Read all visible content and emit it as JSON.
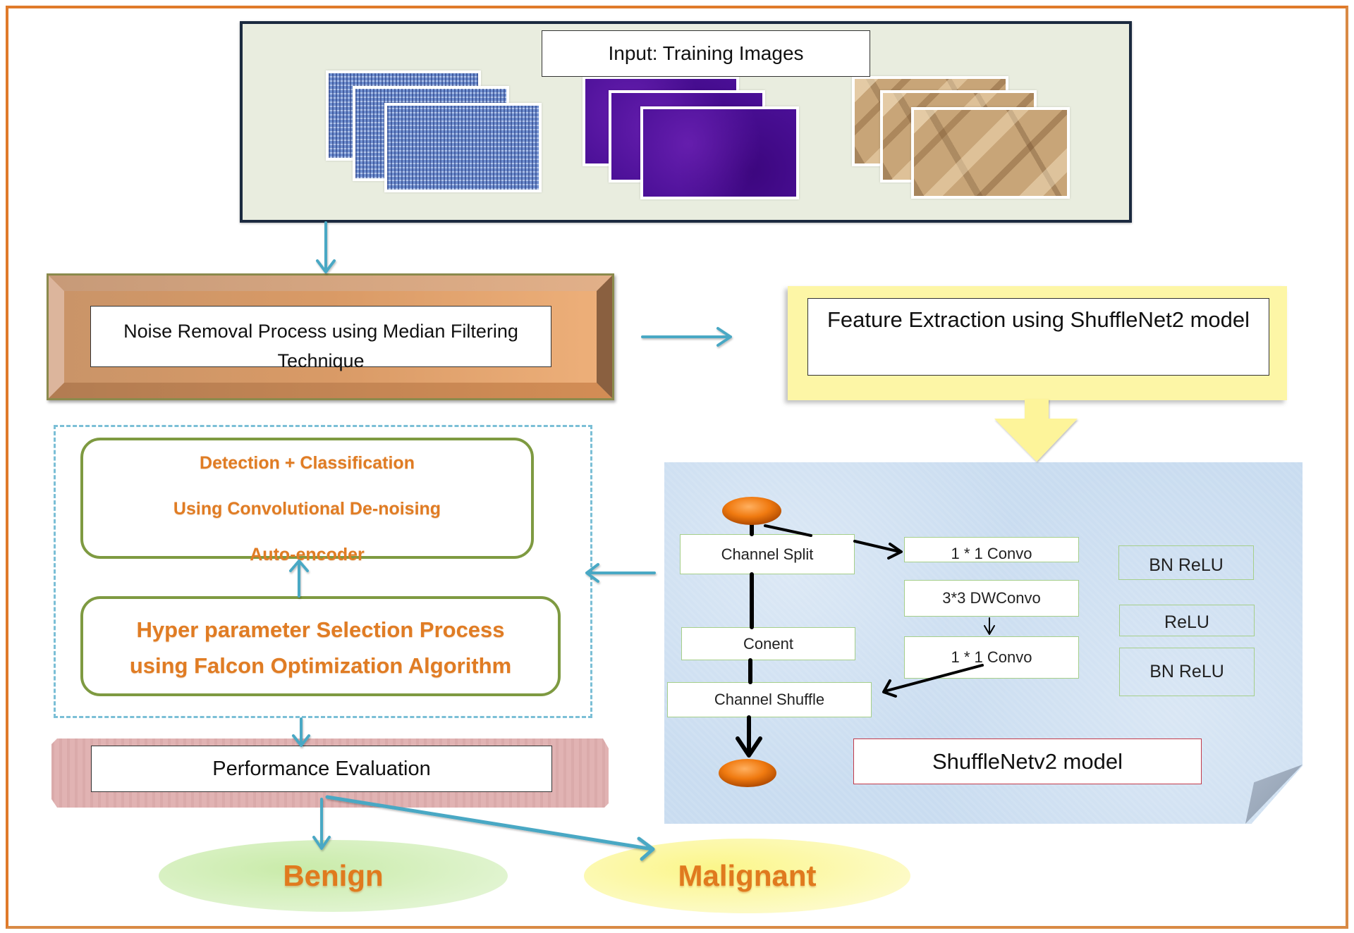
{
  "input": {
    "label": "Input: Training Images",
    "image_groups": [
      {
        "name": "blue-texture-images",
        "count": 3
      },
      {
        "name": "purple-texture-images",
        "count": 3
      },
      {
        "name": "paper-texture-images",
        "count": 3
      }
    ]
  },
  "noise_removal": {
    "label": "Noise Removal Process using Median Filtering Technique"
  },
  "feature_extraction": {
    "label": "Feature Extraction using ShuffleNet2 model"
  },
  "detection": {
    "lines": [
      "Detection + Classification",
      "Using Convolutional De-noising",
      "Auto-encoder"
    ]
  },
  "hyperparameter": {
    "lines": [
      "Hyper parameter Selection Process",
      "using Falcon Optimization Algorithm"
    ]
  },
  "shufflenet": {
    "title": "ShuffleNetv2 model",
    "left_column": [
      "Channel Split",
      "Conent",
      "Channel Shuffle"
    ],
    "middle_column": [
      "1 * 1 Convo",
      "3*3 DWConvo",
      "1 * 1 Convo"
    ],
    "right_column": [
      "BN ReLU",
      "ReLU",
      "BN ReLU"
    ]
  },
  "performance": {
    "label": "Performance Evaluation"
  },
  "outcomes": {
    "benign": "Benign",
    "malignant": "Malignant"
  },
  "colors": {
    "frame_orange": "#e07a2a",
    "arrow_teal": "#4aa8c4",
    "outcome_text": "#e07a1e",
    "green_border": "#7e9a41"
  }
}
